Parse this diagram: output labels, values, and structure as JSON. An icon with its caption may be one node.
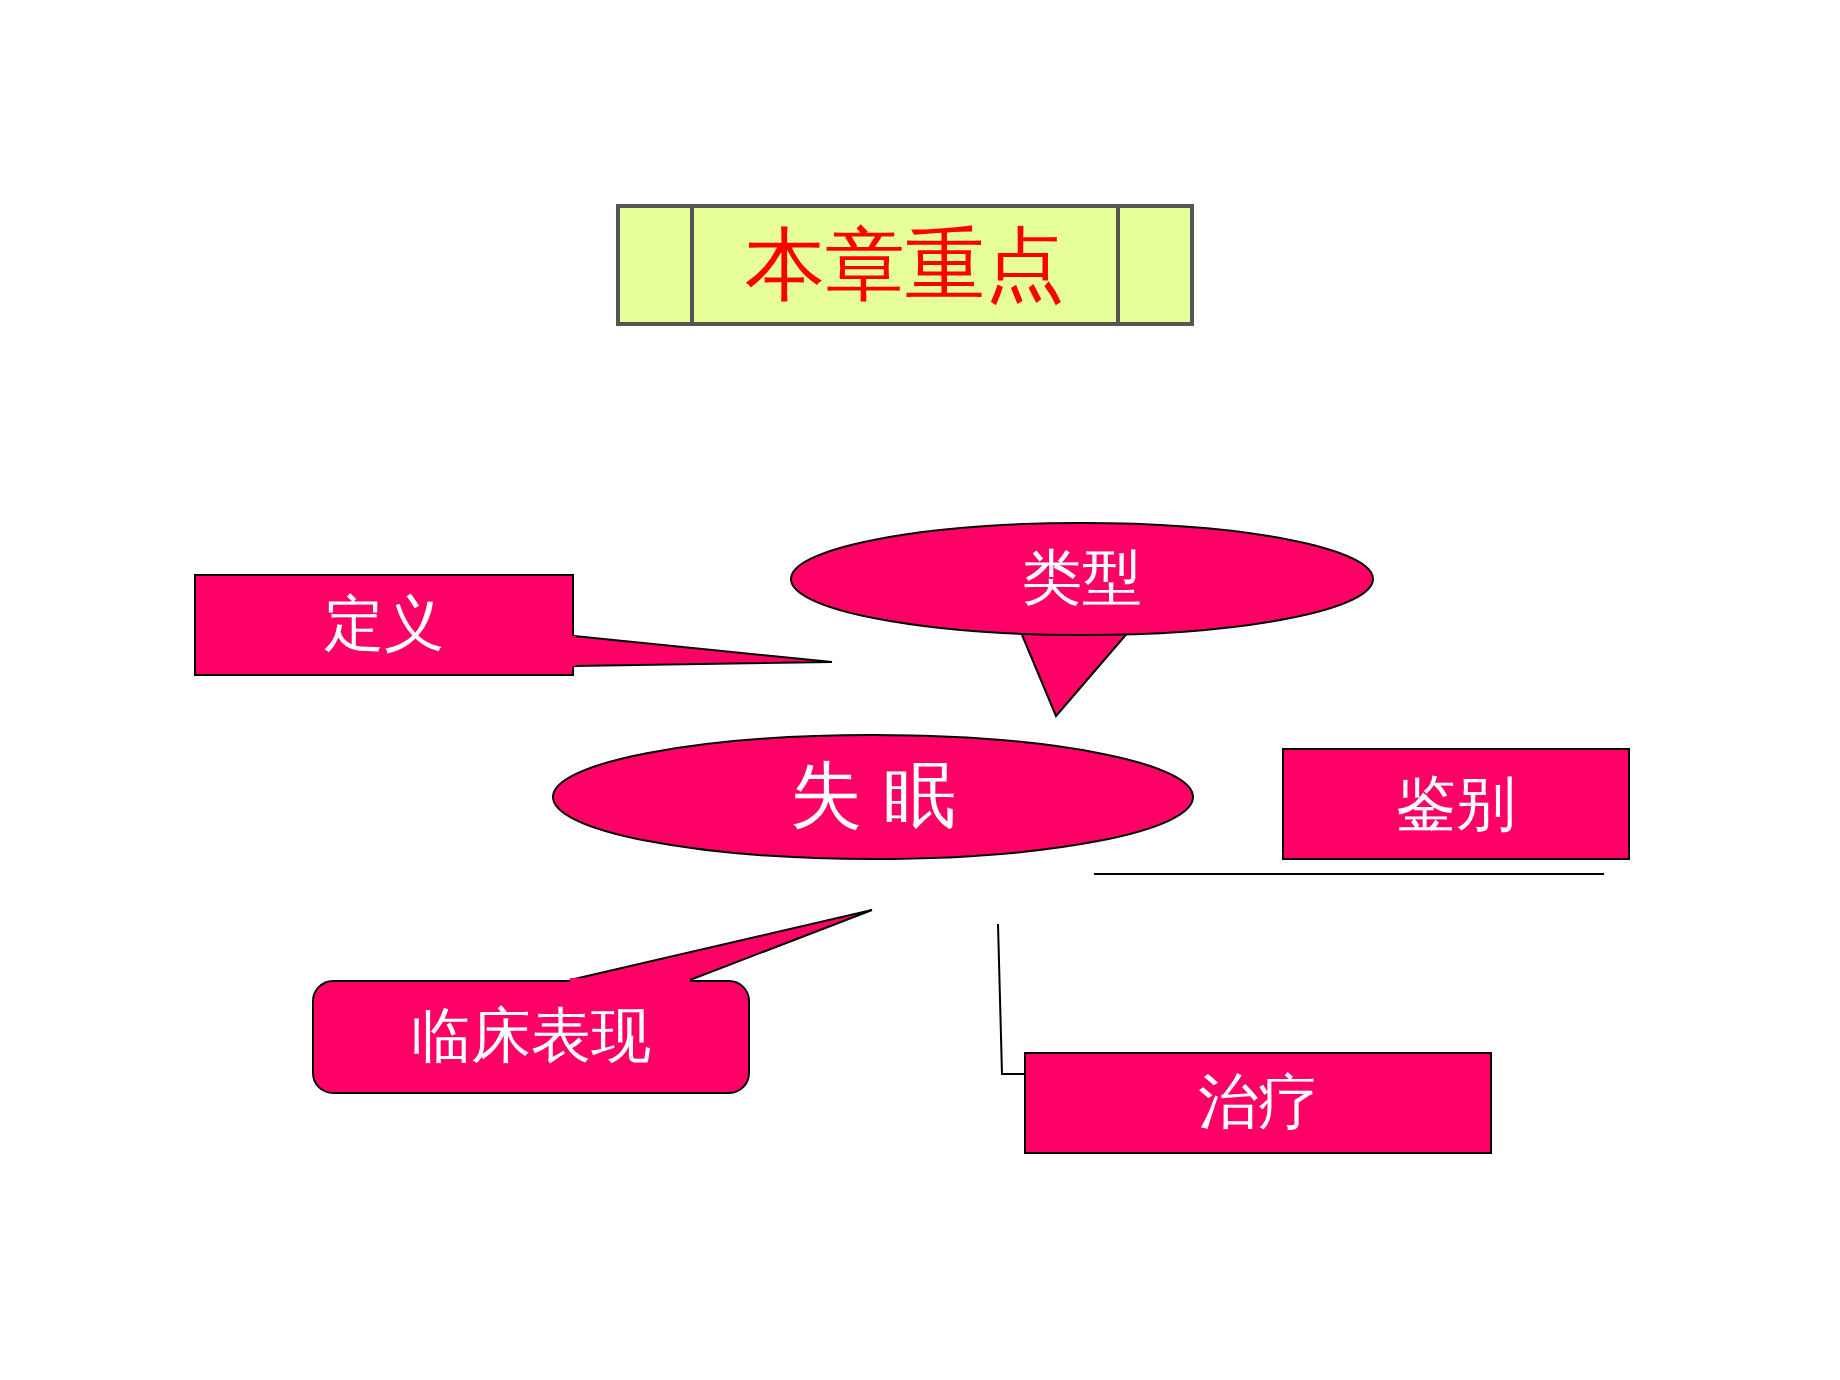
{
  "diagram": {
    "title": "本章重点",
    "nodes": [
      {
        "text": [
          "类型"
        ]
      },
      {
        "text": [
          "定义"
        ]
      },
      {
        "text": [
          "失 眠"
        ]
      },
      {
        "text": [
          "鉴别"
        ]
      },
      {
        "text": [
          "临床表现"
        ]
      },
      {
        "text": [
          "治疗"
        ]
      }
    ],
    "edges": [
      {
        "from": 3,
        "to": null,
        "arrow": "none"
      },
      {
        "from": 5,
        "to": null,
        "arrow": "none"
      }
    ]
  }
}
